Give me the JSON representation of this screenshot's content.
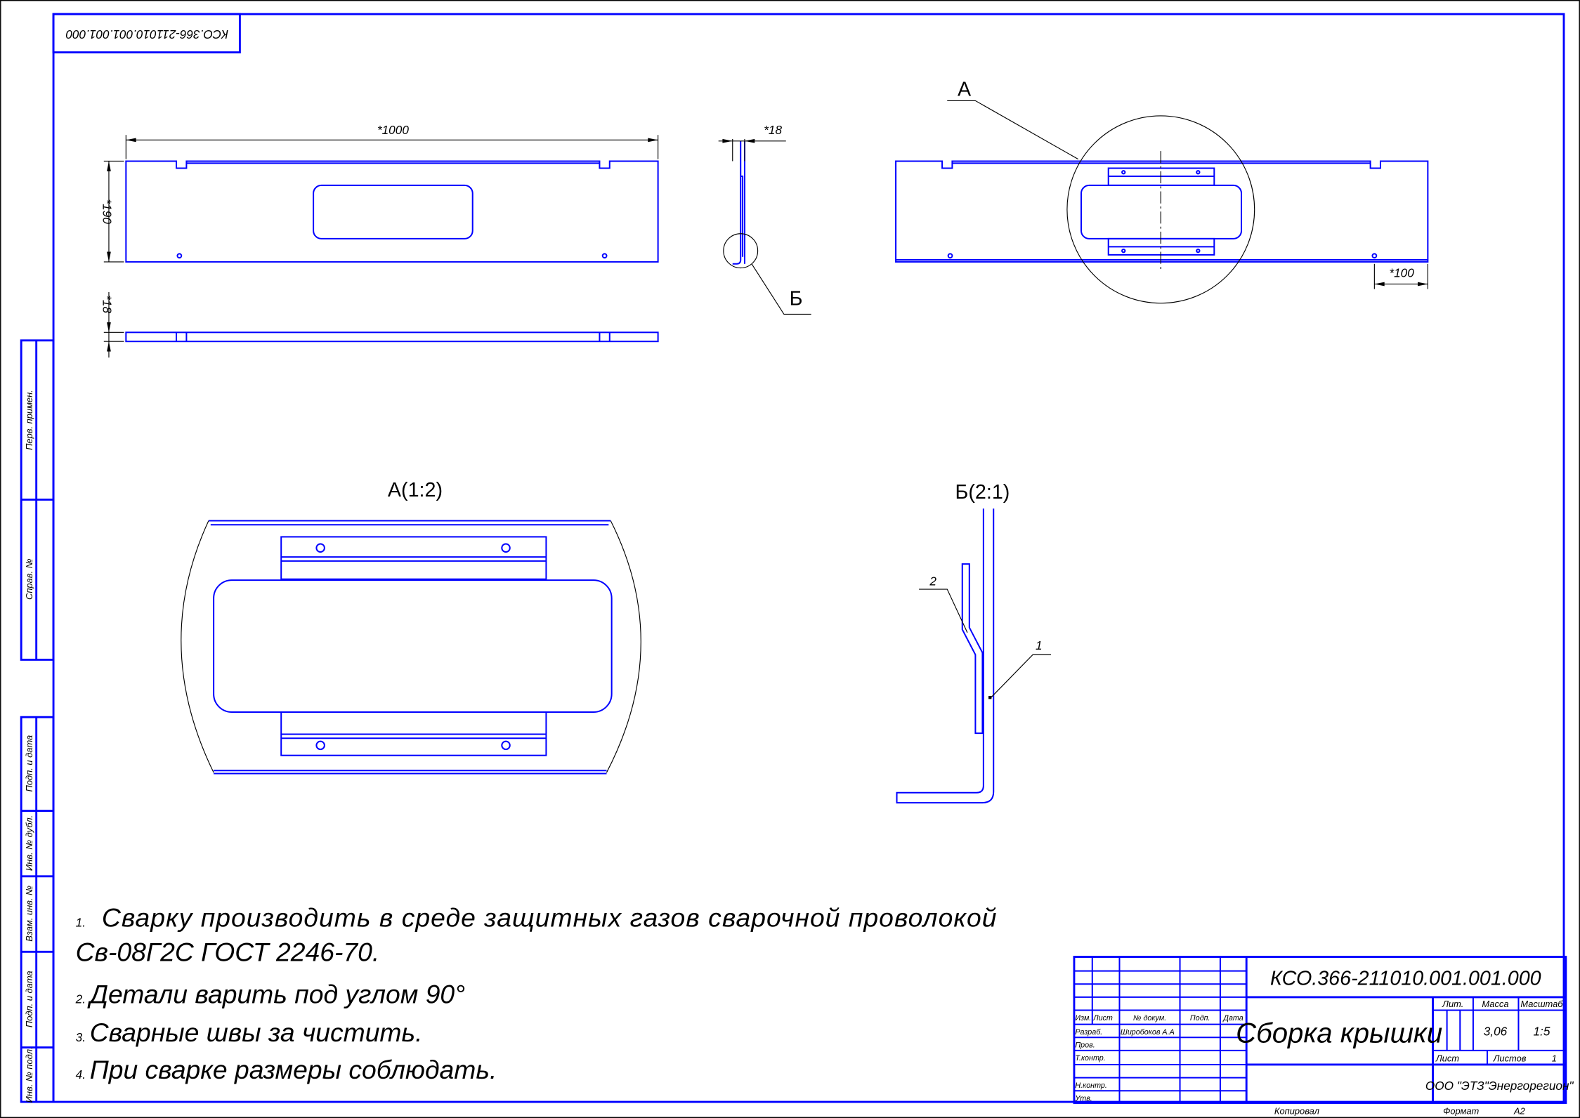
{
  "stamp_top": "КСО.366-211010.001.001.000",
  "left_strip": [
    "Перв. примен.",
    "Справ. №",
    "Подп. и дата",
    "Инв. № дубл.",
    "Взам. инв. №",
    "Подп. и дата",
    "Инв. № подл."
  ],
  "dimensions": {
    "length": "*1000",
    "height": "*190",
    "thickness_plan": "*18",
    "thickness_side": "*18",
    "offset": "*100"
  },
  "callouts": {
    "a": "А",
    "b": "Б",
    "detail_a_title": "А(1:2)",
    "detail_b_title": "Б(2:1)",
    "pos1": "1",
    "pos2": "2"
  },
  "notes": [
    {
      "num": "1.",
      "text": "Сварку производить в среде защитных газов сварочной проволокой"
    },
    {
      "num": "",
      "text": "Св-08Г2С ГОСТ 2246-70."
    },
    {
      "num": "2.",
      "text": "Детали варить под углом 90°"
    },
    {
      "num": "3.",
      "text": "Сварные швы за чистить."
    },
    {
      "num": "4.",
      "text": "При сварке размеры соблюдать."
    }
  ],
  "title_block": {
    "designation": "КСО.366-211010.001.001.000",
    "name": "Сборка крышки",
    "headers": {
      "izm": "Изм.",
      "list": "Лист",
      "doc": "№ докум.",
      "sign": "Подп.",
      "date": "Дата"
    },
    "roles": {
      "developer": "Разраб.",
      "checker": "Пров.",
      "tech_control": "Т.контр.",
      "norm_control": "Н.контр.",
      "approved": "Утв."
    },
    "developer_name": "Широбоков А.А",
    "lit_label": "Лит.",
    "mass_label": "Масса",
    "scale_label": "Масштаб",
    "mass": "3,06",
    "scale": "1:5",
    "sheet_label": "Лист",
    "sheets_label": "Листов",
    "sheets": "1",
    "organization": "ООО \"ЭТЗ\"Энергорегион\"",
    "copied": "Копировал",
    "format_label": "Формат",
    "format": "А2"
  },
  "colors": {
    "line": "#0000ff",
    "text": "#000000"
  }
}
